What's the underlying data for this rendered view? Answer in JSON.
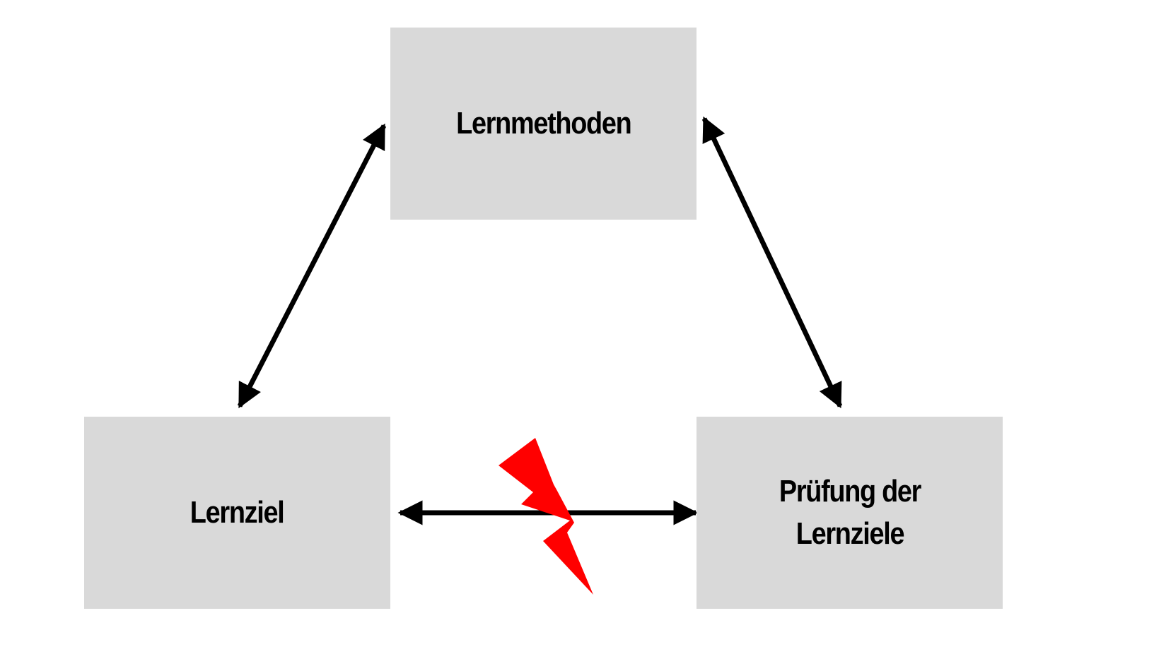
{
  "diagram": {
    "nodes": {
      "top": {
        "label": "Lernmethoden"
      },
      "left": {
        "label": "Lernziel"
      },
      "right": {
        "label": "Prüfung der Lernziele"
      }
    },
    "edges": [
      {
        "from": "left",
        "to": "top",
        "style": "double-arrow"
      },
      {
        "from": "top",
        "to": "right",
        "style": "double-arrow"
      },
      {
        "from": "left",
        "to": "right",
        "style": "double-arrow",
        "marker": "lightning-bolt"
      }
    ],
    "colors": {
      "box_fill": "#d9d9d9",
      "arrow": "#000000",
      "lightning": "#ff0000",
      "background": "#ffffff"
    }
  }
}
